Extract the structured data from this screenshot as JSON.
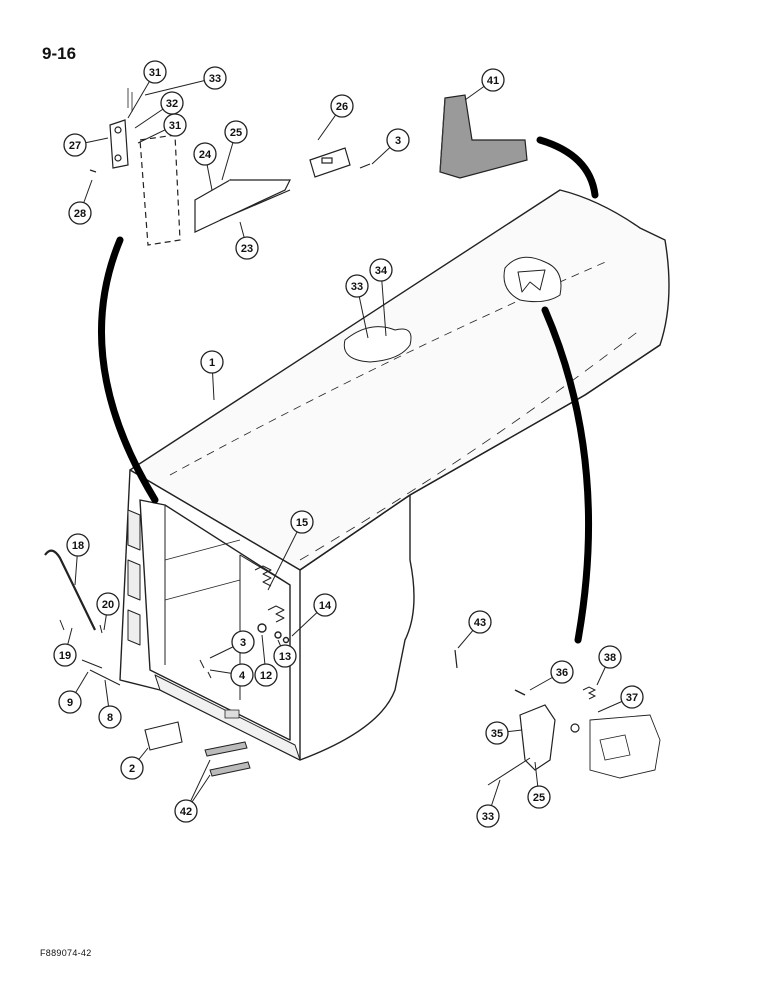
{
  "page_label": "9-16",
  "figure_code": "F889074-42",
  "callouts": [
    {
      "id": "c31a",
      "label": "31"
    },
    {
      "id": "c33a",
      "label": "33"
    },
    {
      "id": "c32",
      "label": "32"
    },
    {
      "id": "c31b",
      "label": "31"
    },
    {
      "id": "c27",
      "label": "27"
    },
    {
      "id": "c25a",
      "label": "25"
    },
    {
      "id": "c24",
      "label": "24"
    },
    {
      "id": "c28",
      "label": "28"
    },
    {
      "id": "c23",
      "label": "23"
    },
    {
      "id": "c26",
      "label": "26"
    },
    {
      "id": "c3a",
      "label": "3"
    },
    {
      "id": "c41",
      "label": "41"
    },
    {
      "id": "c33b",
      "label": "33"
    },
    {
      "id": "c34",
      "label": "34"
    },
    {
      "id": "c1",
      "label": "1"
    },
    {
      "id": "c15",
      "label": "15"
    },
    {
      "id": "c18",
      "label": "18"
    },
    {
      "id": "c20",
      "label": "20"
    },
    {
      "id": "c19",
      "label": "19"
    },
    {
      "id": "c9",
      "label": "9"
    },
    {
      "id": "c8",
      "label": "8"
    },
    {
      "id": "c14",
      "label": "14"
    },
    {
      "id": "c3b",
      "label": "3"
    },
    {
      "id": "c4",
      "label": "4"
    },
    {
      "id": "c12",
      "label": "12"
    },
    {
      "id": "c13",
      "label": "13"
    },
    {
      "id": "c2",
      "label": "2"
    },
    {
      "id": "c42",
      "label": "42"
    },
    {
      "id": "c43",
      "label": "43"
    },
    {
      "id": "c36",
      "label": "36"
    },
    {
      "id": "c38",
      "label": "38"
    },
    {
      "id": "c37",
      "label": "37"
    },
    {
      "id": "c35",
      "label": "35"
    },
    {
      "id": "c25b",
      "label": "25"
    },
    {
      "id": "c33c",
      "label": "33"
    }
  ]
}
